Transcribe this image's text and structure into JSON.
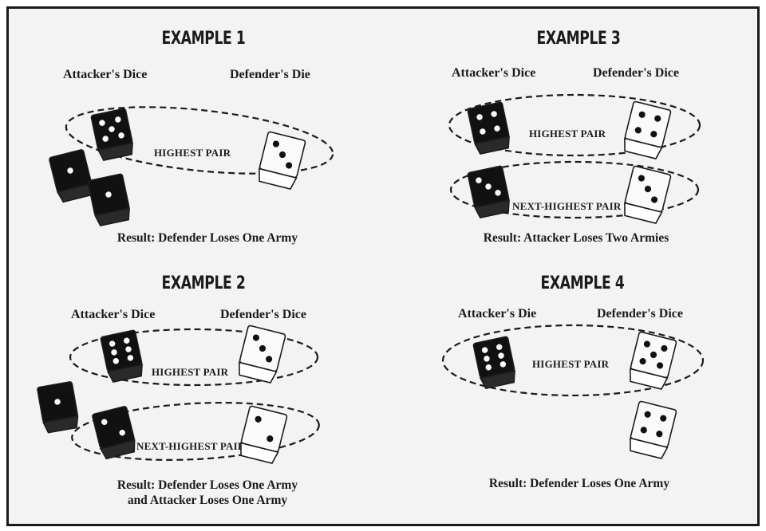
{
  "examples": [
    {
      "title": "EXAMPLE 1",
      "attacker_label": "Attacker's Dice",
      "defender_label": "Defender's Die",
      "pairs": [
        "HIGHEST PAIR"
      ],
      "result": "Result: Defender Loses One Army",
      "attacker_dice": [
        5,
        1,
        1
      ],
      "defender_dice": [
        3
      ]
    },
    {
      "title": "EXAMPLE 2",
      "attacker_label": "Attacker's Dice",
      "defender_label": "Defender's Dice",
      "pairs": [
        "HIGHEST PAIR",
        "NEXT-HIGHEST PAIR"
      ],
      "result_line1": "Result: Defender Loses One Army",
      "result_line2": "and Attacker Loses One Army",
      "attacker_dice": [
        6,
        1,
        2
      ],
      "defender_dice": [
        3,
        2
      ]
    },
    {
      "title": "EXAMPLE 3",
      "attacker_label": "Attacker's Dice",
      "defender_label": "Defender's Dice",
      "pairs": [
        "HIGHEST PAIR",
        "NEXT-HIGHEST PAIR"
      ],
      "result": "Result: Attacker Loses Two Armies",
      "attacker_dice": [
        4,
        3
      ],
      "defender_dice": [
        4,
        3
      ]
    },
    {
      "title": "EXAMPLE 4",
      "attacker_label": "Attacker's Die",
      "defender_label": "Defender's Dice",
      "pairs": [
        "HIGHEST PAIR"
      ],
      "result": "Result: Defender Loses One Army",
      "attacker_dice": [
        6
      ],
      "defender_dice": [
        5,
        4
      ]
    }
  ],
  "colors": {
    "attacker_die": "#111111",
    "defender_die": "#fafafa",
    "ink": "#1b1b1b",
    "panel": "#f3f3f3"
  }
}
